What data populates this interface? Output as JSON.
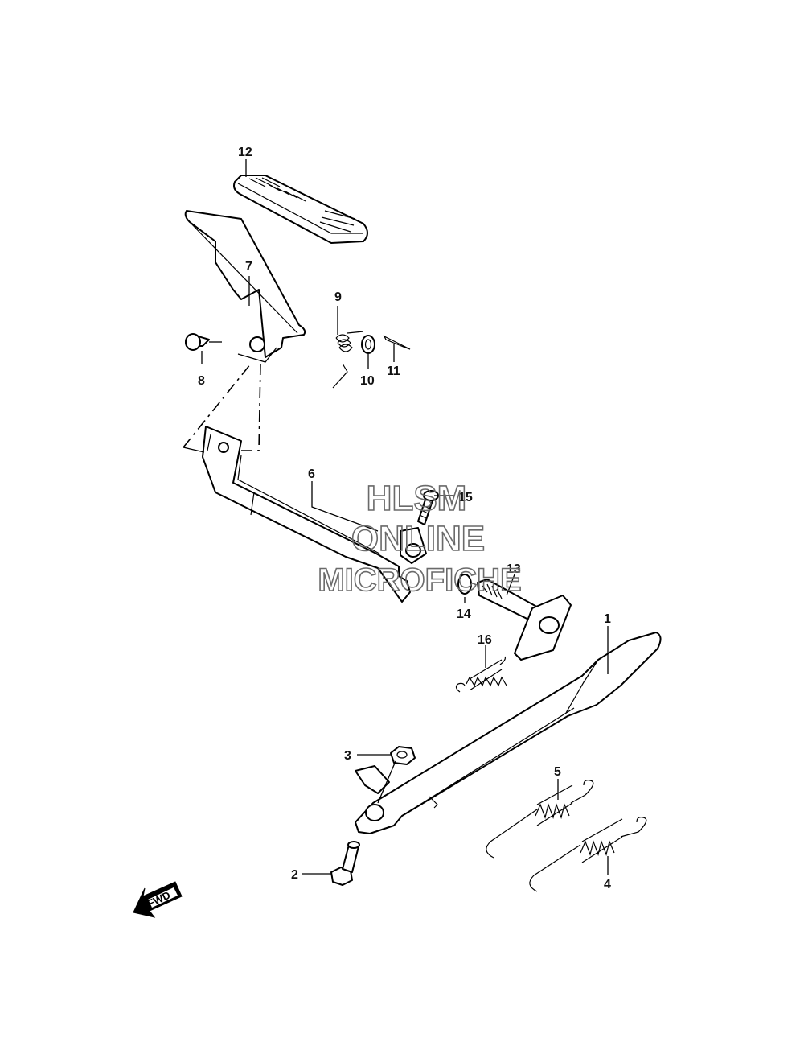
{
  "callouts": {
    "p1": "1",
    "p2": "2",
    "p3": "3",
    "p4": "4",
    "p5": "5",
    "p6": "6",
    "p7": "7",
    "p8": "8",
    "p9": "9",
    "p10": "10",
    "p11": "11",
    "p12": "12",
    "p13": "13",
    "p14": "14",
    "p15": "15",
    "p16": "16"
  },
  "watermark": {
    "line1": "HLSM",
    "line2": "ONLINE",
    "line3": "MICROFICHE"
  },
  "direction_badge": {
    "label": "FWD"
  }
}
